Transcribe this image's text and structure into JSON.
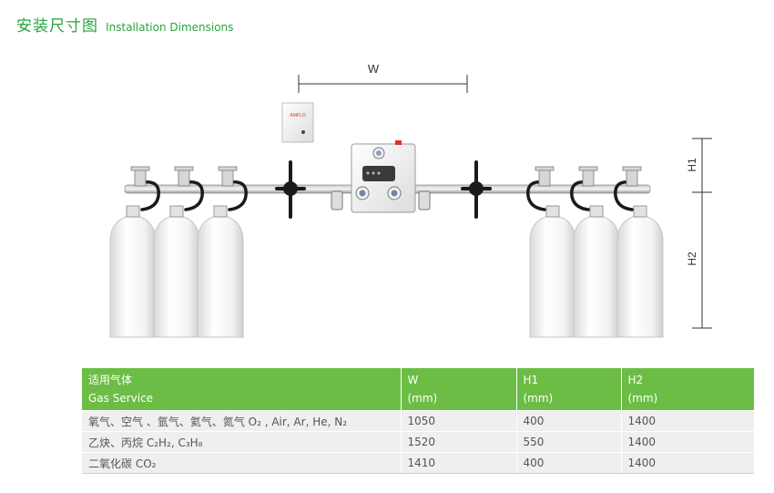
{
  "title": {
    "zh": "安装尺寸图",
    "en": "Installation Dimensions"
  },
  "diagram": {
    "w_label": "W",
    "h1_label": "H1",
    "h2_label": "H2",
    "wall_box_brand": "AMFLO",
    "left_cylinder_count": 3,
    "right_cylinder_count": 3
  },
  "colors": {
    "title_green": "#2aa33c",
    "header_green": "#6cbd45",
    "row_gray": "#efefef",
    "alarm_red": "#e0302a"
  },
  "table": {
    "headers": [
      {
        "line1": "适用气体",
        "line2": "Gas Service"
      },
      {
        "line1": "W",
        "line2": "(mm)"
      },
      {
        "line1": "H1",
        "line2": "(mm)"
      },
      {
        "line1": "H2",
        "line2": "(mm)"
      }
    ],
    "rows": [
      {
        "gas": "氧气、空气 、氩气、氦气、氮气 O₂ , Air, Ar, He, N₂",
        "w": "1050",
        "h1": "400",
        "h2": "1400"
      },
      {
        "gas": "乙炔、丙烷 C₂H₂,  C₃H₈",
        "w": "1520",
        "h1": "550",
        "h2": "1400"
      },
      {
        "gas": "二氧化碳 CO₂",
        "w": "1410",
        "h1": "400",
        "h2": "1400"
      }
    ]
  }
}
